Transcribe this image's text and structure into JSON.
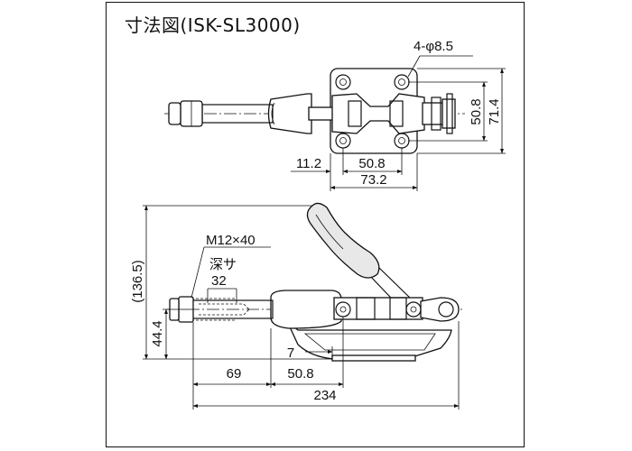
{
  "title": "寸法図(ISK-SL3000)",
  "top_view": {
    "hole_label": "4-φ8.5",
    "dim_hole_pitch_v": "50.8",
    "dim_base_height": "71.4",
    "dim_offset": "11.2",
    "dim_hole_pitch_h": "50.8",
    "dim_base_width": "73.2"
  },
  "side_view": {
    "thread_label": "M12×40",
    "depth_label": "深サ",
    "depth_value": "32",
    "dim_total_height": "(136.5)",
    "dim_axis_height": "44.4",
    "dim_small": "7",
    "dim_rod": "69",
    "dim_hole_pitch": "50.8",
    "dim_total_length": "234"
  }
}
